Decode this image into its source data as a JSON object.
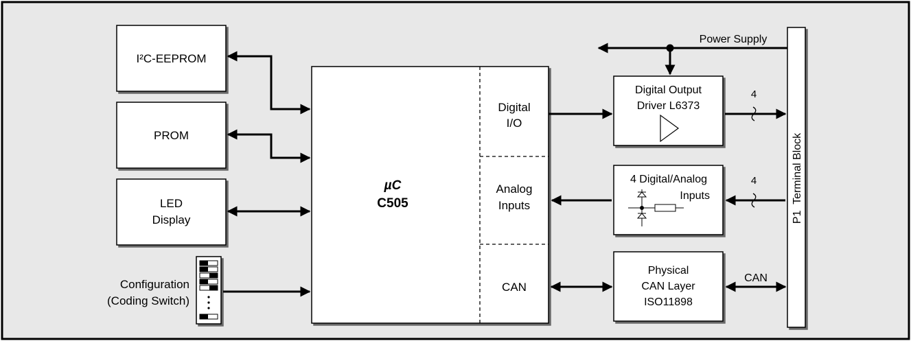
{
  "blocks": {
    "eeprom": {
      "label": "I²C-EEPROM"
    },
    "prom": {
      "label": "PROM"
    },
    "led": {
      "lines": [
        "LED",
        "Display"
      ]
    },
    "config": {
      "lines": [
        "Configuration",
        "(Coding Switch)"
      ]
    },
    "mcu": {
      "lines": [
        "µC",
        "C505"
      ]
    },
    "digital_io": {
      "lines": [
        "Digital",
        "I/O"
      ]
    },
    "analog_inputs": {
      "lines": [
        "Analog",
        "Inputs"
      ]
    },
    "can_port": {
      "label": "CAN"
    },
    "dout_driver": {
      "lines": [
        "Digital Output",
        "Driver L6373"
      ]
    },
    "dain": {
      "lines": [
        "4 Digital/Analog",
        "Inputs"
      ]
    },
    "can_layer": {
      "lines": [
        "Physical",
        "CAN Layer",
        "ISO11898"
      ]
    },
    "terminal": {
      "label": "P1  Terminal Block"
    }
  },
  "signals": {
    "power_supply": "Power Supply",
    "bus_width_out": "4",
    "bus_width_in": "4",
    "can_bus": "CAN"
  },
  "colors": {
    "background": "#e8e8e8",
    "block_fill": "#ffffff",
    "stroke": "#000000"
  }
}
